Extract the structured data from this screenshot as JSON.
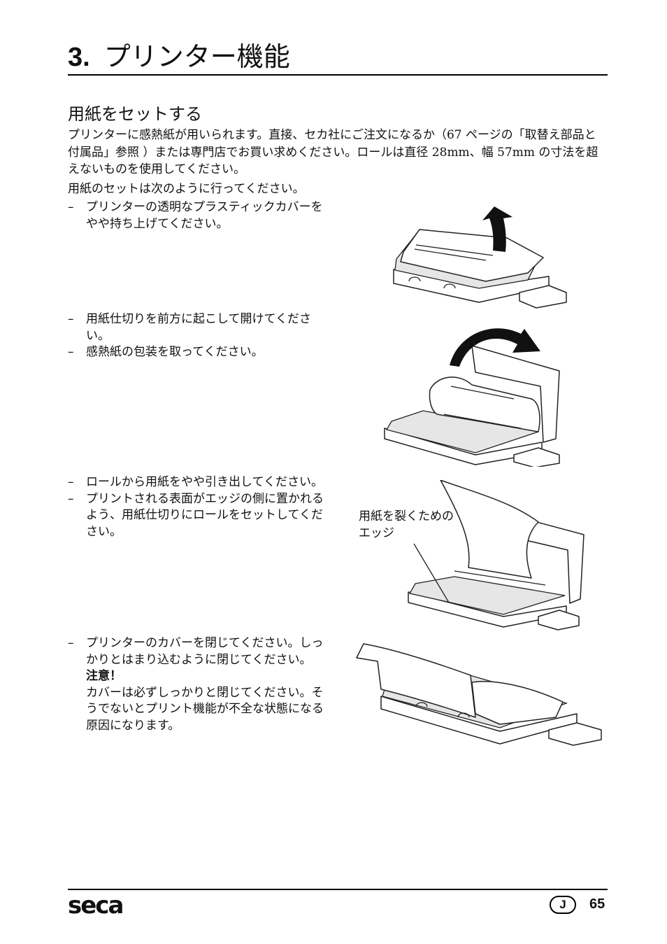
{
  "chapter": {
    "number": "3.",
    "title": "プリンター機能"
  },
  "section": {
    "title": "用紙をセットする"
  },
  "intro": {
    "p1": "プリンターに感熱紙が用いられます。直接、セカ社にご注文になるか（67 ページの「取替え部品と付属品」参照 ）または専門店でお買い求めください。ロールは直径 28mm、幅 57mm の寸法を超えないものを使用してください。",
    "p2": "用紙のセットは次のように行ってください。"
  },
  "steps": {
    "s1": [
      "プリンターの透明なプラスティックカバーをやや持ち上げてください。"
    ],
    "s2": [
      "用紙仕切りを前方に起こして開けてください。",
      "感熱紙の包装を取ってください。"
    ],
    "s3": [
      "ロールから用紙をやや引き出してください。",
      "プリントされる表面がエッジの側に置かれるよう、用紙仕切りにロールをセットしてください。"
    ],
    "s4": {
      "text": "プリンターのカバーを閉じてください。しっかりとはまり込むように閉じてください。",
      "note_title": "注意！",
      "note_text": "カバーは必ずしっかりと閉じてください。そうでないとプリント機能が不全な状態になる原因になります。"
    }
  },
  "figure_callout": "用紙を裂くためのエッジ",
  "footer": {
    "logo": "seca",
    "language": "J",
    "page": "65"
  }
}
